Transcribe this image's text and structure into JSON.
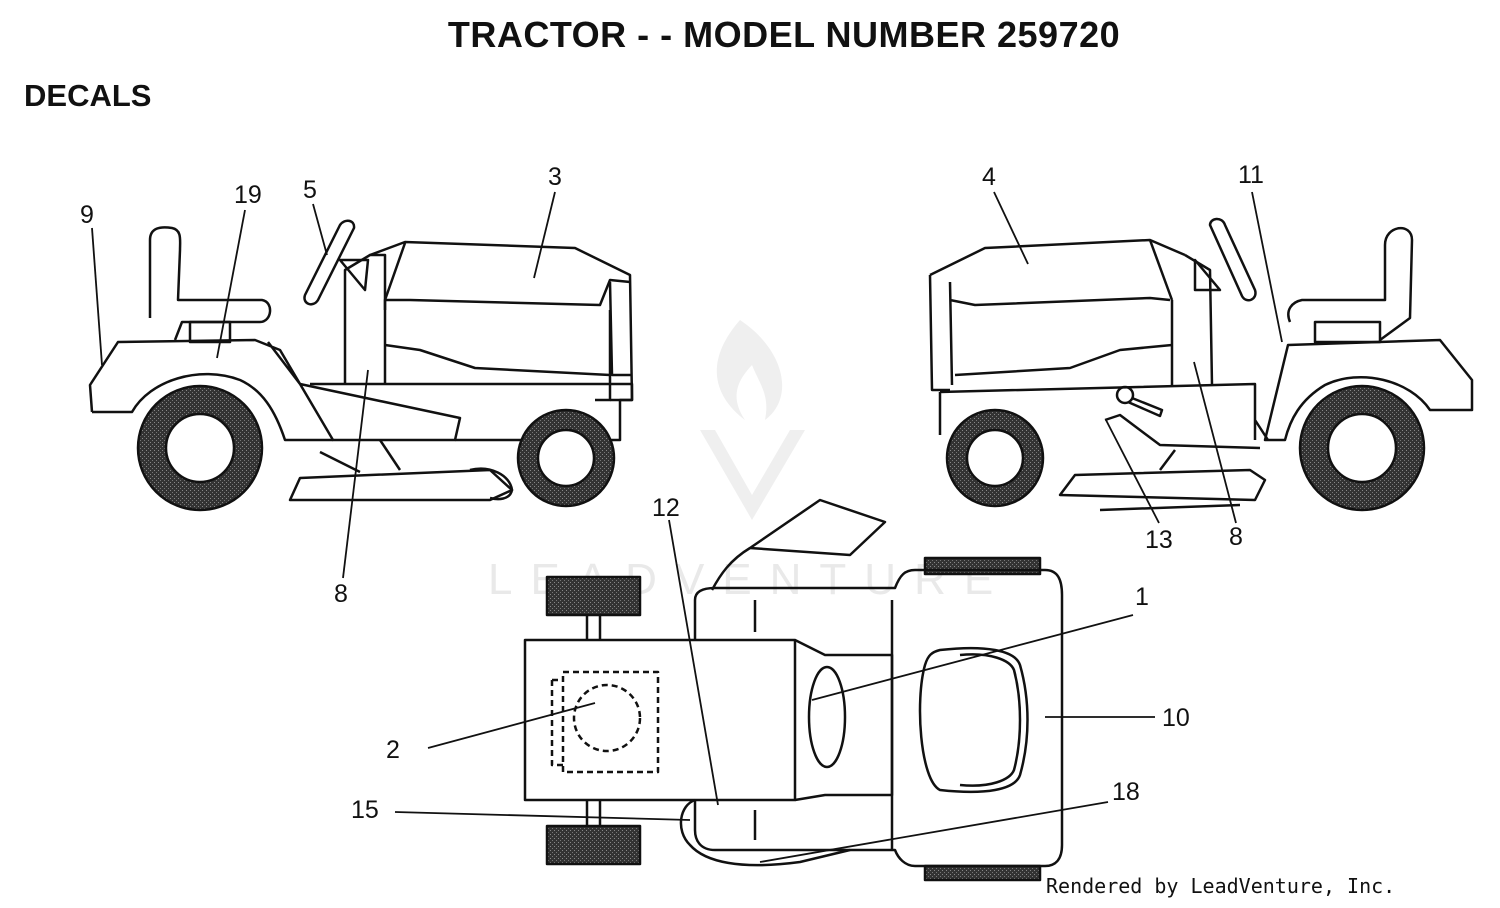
{
  "title": "TRACTOR - - MODEL NUMBER 259720",
  "section": "DECALS",
  "credit": "Rendered by LeadVenture, Inc.",
  "watermark": "LEADVENTURE",
  "colors": {
    "line": "#111111",
    "tire": "#2a2a2a",
    "watermark": "#e9e9e9"
  },
  "callouts": {
    "left_9": "9",
    "left_19": "19",
    "left_5": "5",
    "left_3": "3",
    "left_8": "8",
    "right_4": "4",
    "right_11": "11",
    "right_13": "13",
    "right_8": "8",
    "top_12": "12",
    "top_1": "1",
    "top_10": "10",
    "top_2": "2",
    "top_15": "15",
    "top_18": "18"
  }
}
